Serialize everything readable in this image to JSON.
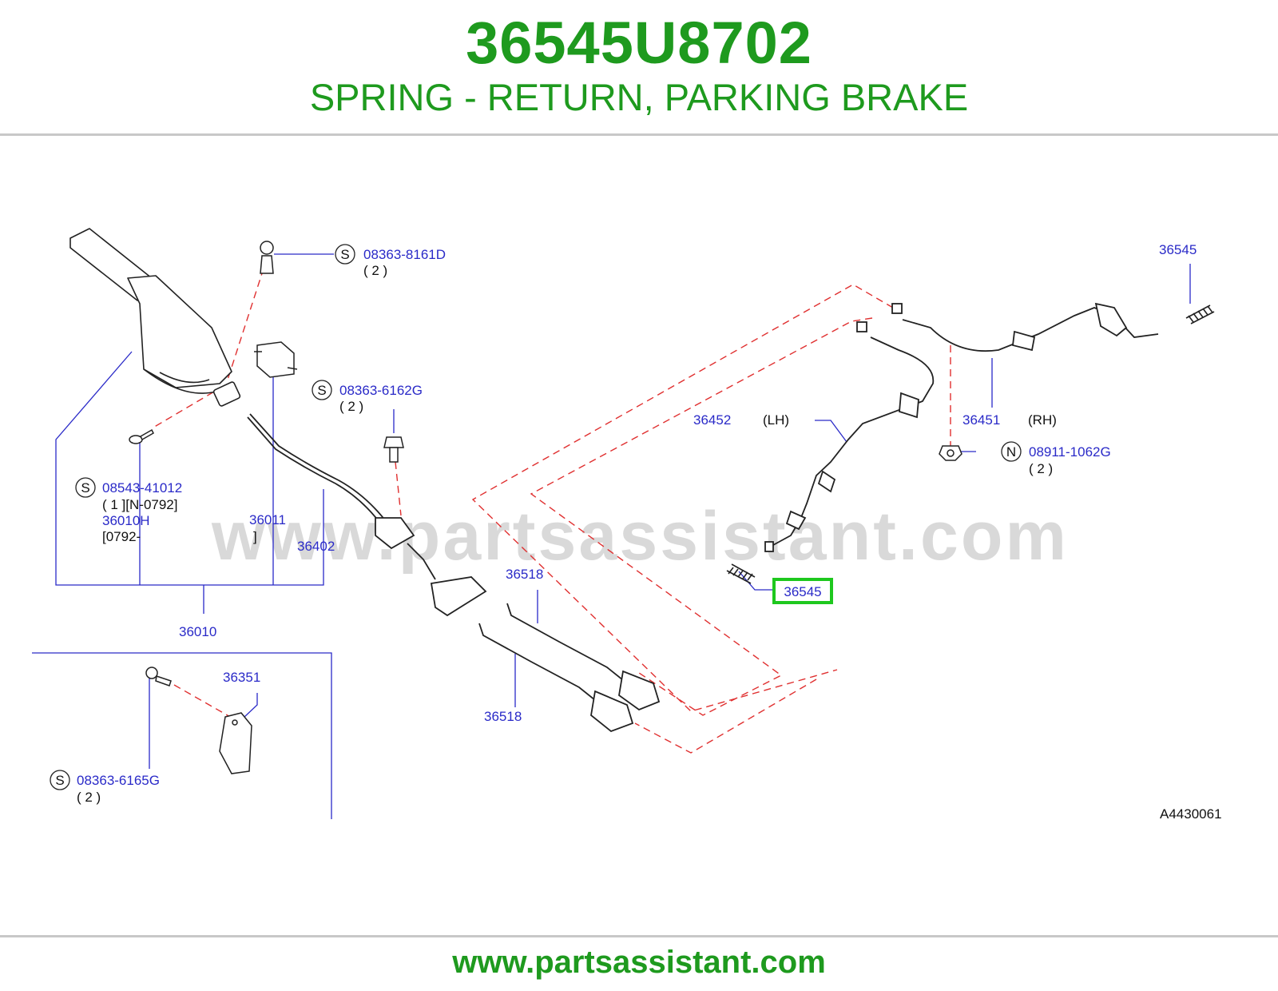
{
  "header": {
    "part_number": "36545U8702",
    "description": "SPRING - RETURN, PARKING BRAKE"
  },
  "diagram": {
    "watermark": "www.partsassistant.com",
    "figure_code": "A4430061",
    "callouts": {
      "c08363_8161D": {
        "prefix": "S",
        "code": "08363-8161D",
        "qty": "( 2 )"
      },
      "c08363_6162G": {
        "prefix": "S",
        "code": "08363-6162G",
        "qty": "( 2 )"
      },
      "c08543_41012": {
        "prefix": "S",
        "code": "08543-41012",
        "qty": "( 1 ][N-0792]"
      },
      "c36010H": {
        "code": "36010H",
        "range": "[0792-",
        "close": "]"
      },
      "c36011": {
        "code": "36011"
      },
      "c36402": {
        "code": "36402"
      },
      "c36010": {
        "code": "36010"
      },
      "c36518a": {
        "code": "36518"
      },
      "c36518b": {
        "code": "36518"
      },
      "c36351": {
        "code": "36351"
      },
      "c08363_6165G": {
        "prefix": "S",
        "code": "08363-6165G",
        "qty": "( 2 )"
      },
      "c36452": {
        "code": "36452",
        "side": "(LH)"
      },
      "c36451": {
        "code": "36451",
        "side": "(RH)"
      },
      "c08911_1062G": {
        "prefix": "N",
        "code": "08911-1062G",
        "qty": "( 2 )"
      },
      "c36545_top": {
        "code": "36545"
      },
      "c36545_highlight": {
        "code": "36545"
      }
    },
    "colors": {
      "label": "#2a2ac8",
      "highlight": "#1ec81e",
      "dashed": "#e03030",
      "brand": "#1e9a1e"
    }
  },
  "footer": {
    "url": "www.partsassistant.com"
  }
}
